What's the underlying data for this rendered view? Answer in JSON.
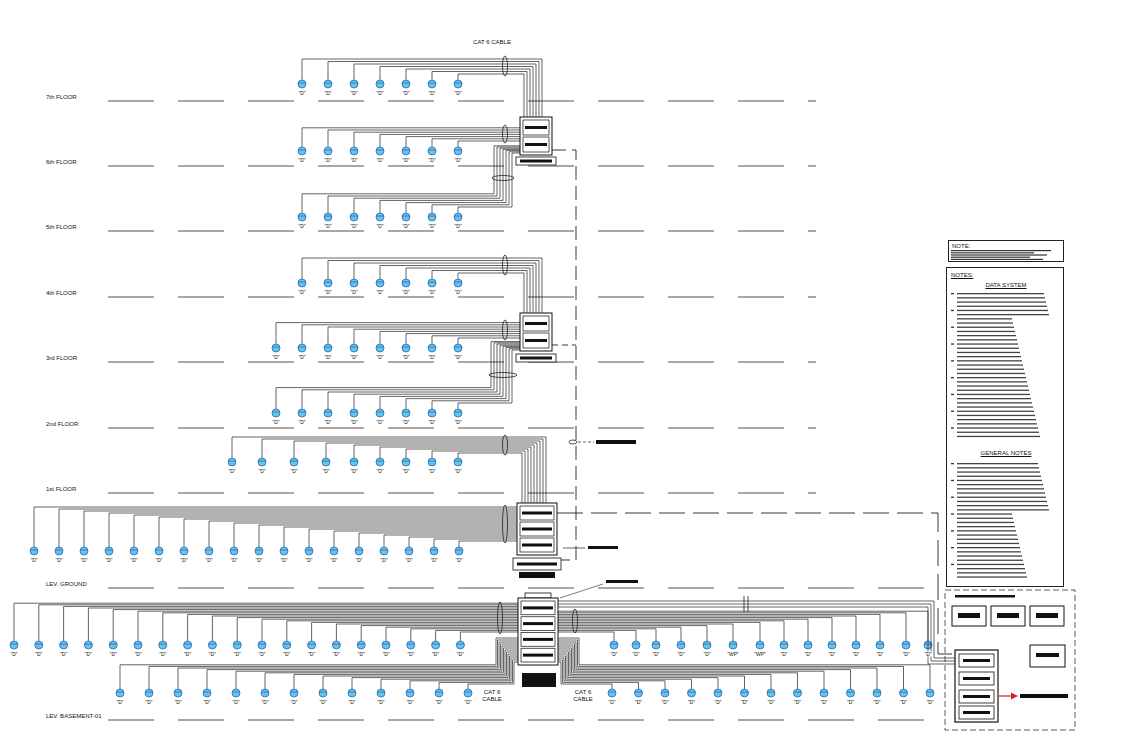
{
  "diagram": {
    "nodes": [
      {
        "text": [
          "NOTE:"
        ]
      },
      {
        "text": [
          "NOTES:",
          "DATA SYSTEM",
          "GENERAL NOTES"
        ]
      }
    ],
    "labels": [
      "CAT 6 CABLE",
      "\"D\"",
      "\"D\"",
      "\"D\"",
      "\"D\"",
      "\"D\"",
      "\"D\"",
      "\"D\"",
      "7th FLOOR",
      "\"D\"",
      "\"D\"",
      "\"D\"",
      "\"D\"",
      "\"D\"",
      "\"D\"",
      "\"D\"",
      "6th FLOOR",
      "\"D\"",
      "\"D\"",
      "\"D\"",
      "\"D\"",
      "\"D\"",
      "\"D\"",
      "\"D\"",
      "5th FLOOR",
      "\"D\"",
      "\"D\"",
      "\"D\"",
      "\"D\"",
      "\"D\"",
      "\"D\"",
      "\"D\"",
      "4th FLOOR",
      "\"D\"",
      "\"D\"",
      "\"D\"",
      "\"D\"",
      "\"D\"",
      "\"D\"",
      "\"D\"",
      "\"D\"",
      "3rd FLOOR",
      "\"D\"",
      "\"D\"",
      "\"D\"",
      "\"D\"",
      "\"D\"",
      "\"D\"",
      "\"D\"",
      "\"D\"",
      "2nd FLOOR",
      "\"D\"",
      "\"D\"",
      "\"D\"",
      "\"D\"",
      "\"D\"",
      "\"D\"",
      "\"D\"",
      "\"D\"",
      "\"D\"",
      "1st FLOOR",
      "\"D\"",
      "\"D\"",
      "\"D\"",
      "\"D\"",
      "\"D\"",
      "\"D\"",
      "\"D\"",
      "\"D\"",
      "\"D\"",
      "\"D\"",
      "\"D\"",
      "\"D\"",
      "\"D\"",
      "\"D\"",
      "\"D\"",
      "\"D\"",
      "\"D\"",
      "\"D\"",
      "LEV. GROUND",
      "\"D\"",
      "\"D\"",
      "\"D\"",
      "\"D\"",
      "\"D\"",
      "\"D\"",
      "\"D\"",
      "\"D\"",
      "\"D\"",
      "\"D\"",
      "\"D\"",
      "\"D\"",
      "\"D\"",
      "\"D\"",
      "\"D\"",
      "\"D\"",
      "\"D\"",
      "\"D\"",
      "\"D\"",
      "\"D\"",
      "\"D\"",
      "\"D\"",
      "\"D\"",
      "\"D\"",
      "\"WP\"",
      "\"WP\"",
      "\"D\"",
      "\"D\"",
      "\"D\"",
      "\"D\"",
      "\"D\"",
      "\"D\"",
      "\"D\"",
      "CAT 6 CABLE",
      "CAT 6 CABLE",
      "\"D\"",
      "\"D\"",
      "\"D\"",
      "\"D\"",
      "\"D\"",
      "\"D\"",
      "\"D\"",
      "\"D\"",
      "\"D\"",
      "\"D\"",
      "\"D\"",
      "\"D\"",
      "\"D\"",
      "\"D\"",
      "\"D\"",
      "\"D\"",
      "\"D\"",
      "\"D\"",
      "\"D\"",
      "\"D\"",
      "\"D\"",
      "\"D\"",
      "\"D\"",
      "\"D\"",
      "\"D\"",
      "\"D\"",
      "LEV. BASEMENT-01"
    ]
  }
}
